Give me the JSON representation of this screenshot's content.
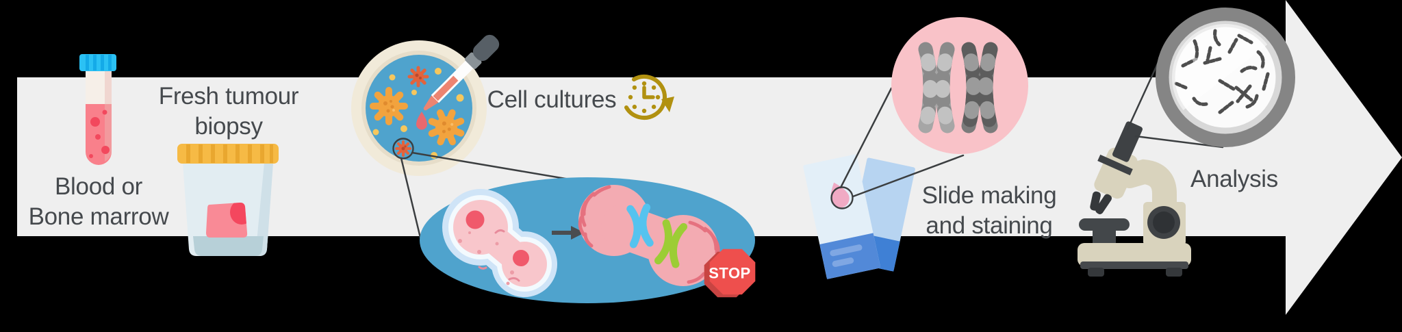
{
  "diagram": {
    "name": "karyotyping-workflow",
    "background_color": "#000000",
    "arrow_color": "#efefef",
    "text_color": "#45494d"
  },
  "steps": {
    "sample": {
      "line1": "Blood or",
      "line2": "Bone marrow"
    },
    "biopsy": {
      "line1": "Fresh tumour",
      "line2": "biopsy"
    },
    "culture": {
      "label": "Cell cultures"
    },
    "slide": {
      "line1": "Slide making",
      "line2": "and staining"
    },
    "analysis": {
      "label": "Analysis"
    }
  },
  "stop_sign": {
    "label": "STOP",
    "face_color": "#ee4f4d",
    "side_color": "#c84442",
    "text_color": "#ffffff"
  },
  "icons": {
    "test_tube": "test-tube-icon",
    "specimen_cup": "specimen-cup-icon",
    "petri_dish": "petri-dish-icon",
    "dropper": "dropper-icon",
    "clock": "clock-timer-icon",
    "dividing_cell": "dividing-cell-icon",
    "mitosis_cell": "mitosis-cell-icon",
    "stop": "stop-sign-icon",
    "slides": "microscope-slides-icon",
    "chromosomes": "chromosomes-icon",
    "microscope": "microscope-icon",
    "magnifier": "magnified-karyotype-icon"
  },
  "palette": {
    "tube_cap_blue": "#2bc1f4",
    "blood_pink": "#f9808b",
    "blood_dot_red": "#f2485d",
    "cup_lid_amber": "#f6ba45",
    "cup_body": "#e2edf2",
    "sample_red": "#f4475e",
    "dish_rim_cream": "#f1ead9",
    "dish_blue": "#4fa3cd",
    "culture_orange": "#f2a33e",
    "culture_red_orange": "#e2633c",
    "culture_yellow": "#f6c75d",
    "cell_pink": "#f8c6cb",
    "nucleus_red": "#f0596b",
    "chromatid_blue": "#55c3ef",
    "chromatid_green": "#9ccd35",
    "slide_front": "#e3eff8",
    "slide_back": "#b7d4f1",
    "slide_label_blue": "#5289d8",
    "stain_drop_pink": "#f0aac4",
    "karyotype_circle_pink": "#f9c2c8",
    "clock_gold": "#b19110",
    "microscope_beige": "#d9d3bd",
    "microscope_dark": "#3e4144",
    "magnifier_ring_gray": "#858585"
  }
}
